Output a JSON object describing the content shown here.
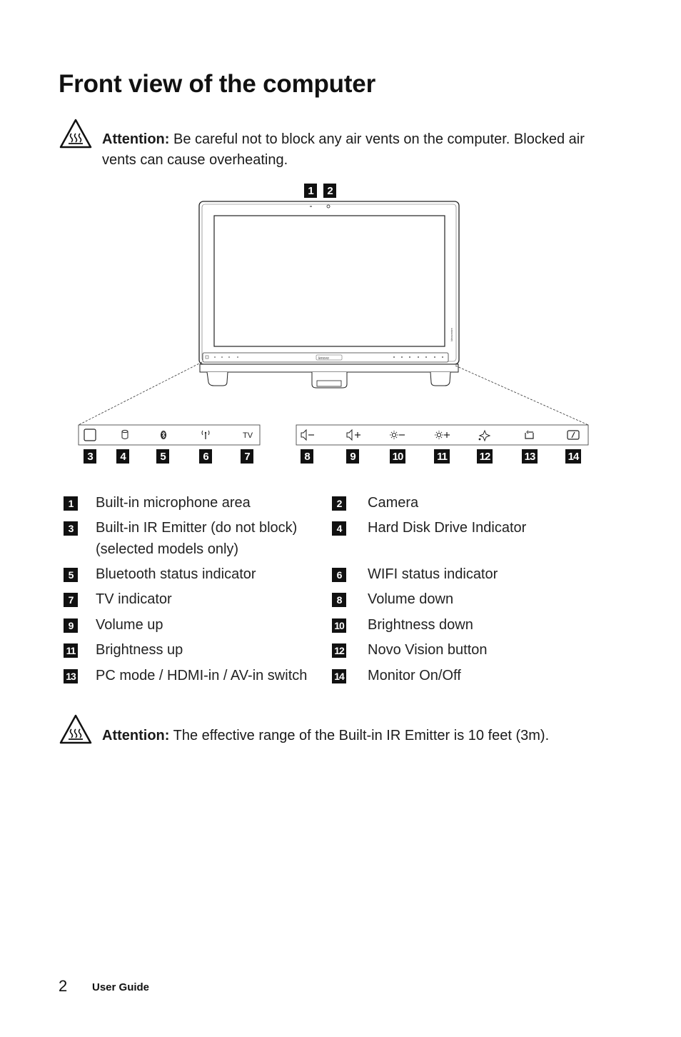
{
  "page": {
    "title": "Front view of the computer",
    "page_number": "2",
    "footer_label": "User Guide"
  },
  "attention_top": {
    "label": "Attention:",
    "text": " Be careful not to block any air vents on the computer. Blocked air vents can cause overheating."
  },
  "attention_bottom": {
    "label": "Attention:",
    "text": " The effective range of the Built-in IR Emitter is 10 feet (3m)."
  },
  "diagram": {
    "callouts_top": [
      "1",
      "2"
    ],
    "callouts_left": [
      "3",
      "4",
      "5",
      "6",
      "7"
    ],
    "callouts_right": [
      "8",
      "9",
      "10",
      "11",
      "12",
      "13",
      "14"
    ],
    "tv_label": "TV",
    "brand": "lenovo"
  },
  "legend": [
    {
      "num": "1",
      "text": "Built-in microphone area"
    },
    {
      "num": "2",
      "text": "Camera"
    },
    {
      "num": "3",
      "text": "Built-in IR Emitter (do not block)",
      "text2": "(selected models only)"
    },
    {
      "num": "4",
      "text": "Hard Disk Drive Indicator"
    },
    {
      "num": "5",
      "text": "Bluetooth status indicator"
    },
    {
      "num": "6",
      "text": "WIFI status indicator"
    },
    {
      "num": "7",
      "text": "TV indicator"
    },
    {
      "num": "8",
      "text": "Volume down"
    },
    {
      "num": "9",
      "text": "Volume up"
    },
    {
      "num": "10",
      "text": "Brightness down"
    },
    {
      "num": "11",
      "text": "Brightness up"
    },
    {
      "num": "12",
      "text": "Novo Vision button"
    },
    {
      "num": "13",
      "text": "PC mode / HDMI-in / AV-in switch"
    },
    {
      "num": "14",
      "text": "Monitor On/Off"
    }
  ]
}
